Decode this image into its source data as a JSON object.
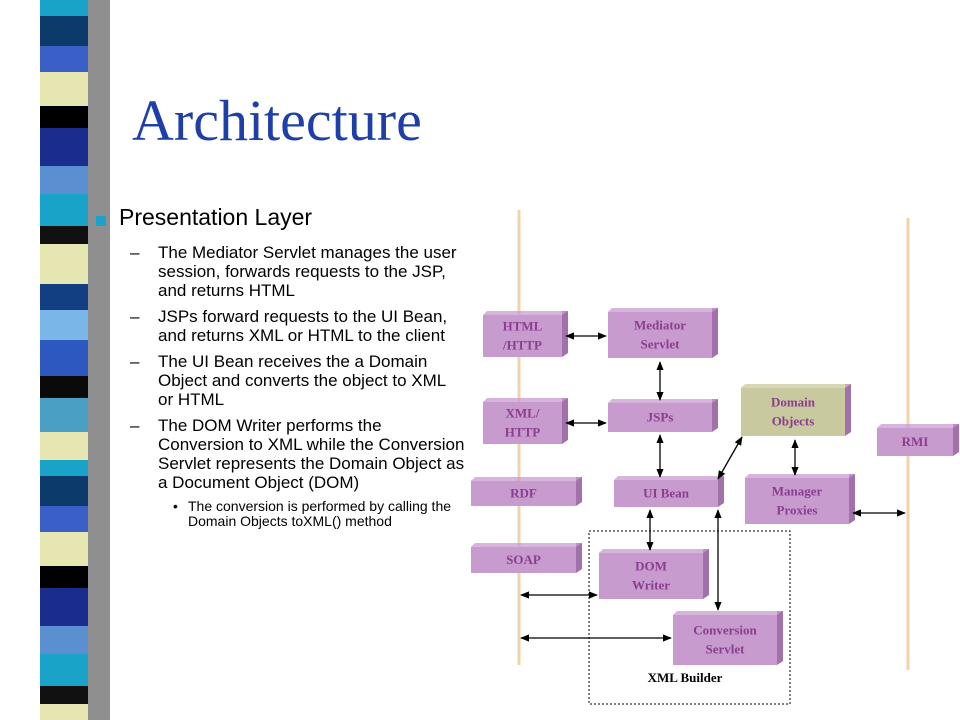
{
  "slide": {
    "title": "Architecture",
    "heading": "Presentation Layer",
    "dash_glyph": "–",
    "dot_glyph": "•",
    "bullets": [
      "The Mediator Servlet manages the user session, forwards requests to the JSP, and returns HTML",
      "JSPs forward requests to the UI Bean,  and returns XML or HTML to the client",
      "The UI Bean receives the a Domain Object and converts the object to XML or HTML",
      "The DOM Writer performs the Conversion to XML while the Conversion Servlet represents the Domain Object as a Document Object (DOM)"
    ],
    "sub_bullet": "The conversion is performed by calling the Domain Objects toXML() method"
  },
  "diagram": {
    "boxes": {
      "html_http": [
        "HTML",
        "/HTTP"
      ],
      "xml_http": [
        "XML/",
        "HTTP"
      ],
      "rdf": [
        "RDF"
      ],
      "soap": [
        "SOAP"
      ],
      "mediator": [
        "Mediator",
        "Servlet"
      ],
      "jsps": [
        "JSPs"
      ],
      "ui_bean": [
        "UI Bean"
      ],
      "dom_writer": [
        "DOM",
        "Writer"
      ],
      "conversion": [
        "Conversion",
        "Servlet"
      ],
      "domain_objects": [
        "Domain",
        "Objects"
      ],
      "manager_proxies": [
        "Manager",
        "Proxies"
      ],
      "rmi": [
        "RMI"
      ]
    },
    "group_label": "XML Builder",
    "colors": {
      "box_fill": "#c89bcf",
      "box_shadow": "#a270aa",
      "domain_fill": "#c9c9a0",
      "text": "#8b3d8e",
      "lane": "#f2d2a8",
      "title": "#1f3fa8"
    }
  }
}
